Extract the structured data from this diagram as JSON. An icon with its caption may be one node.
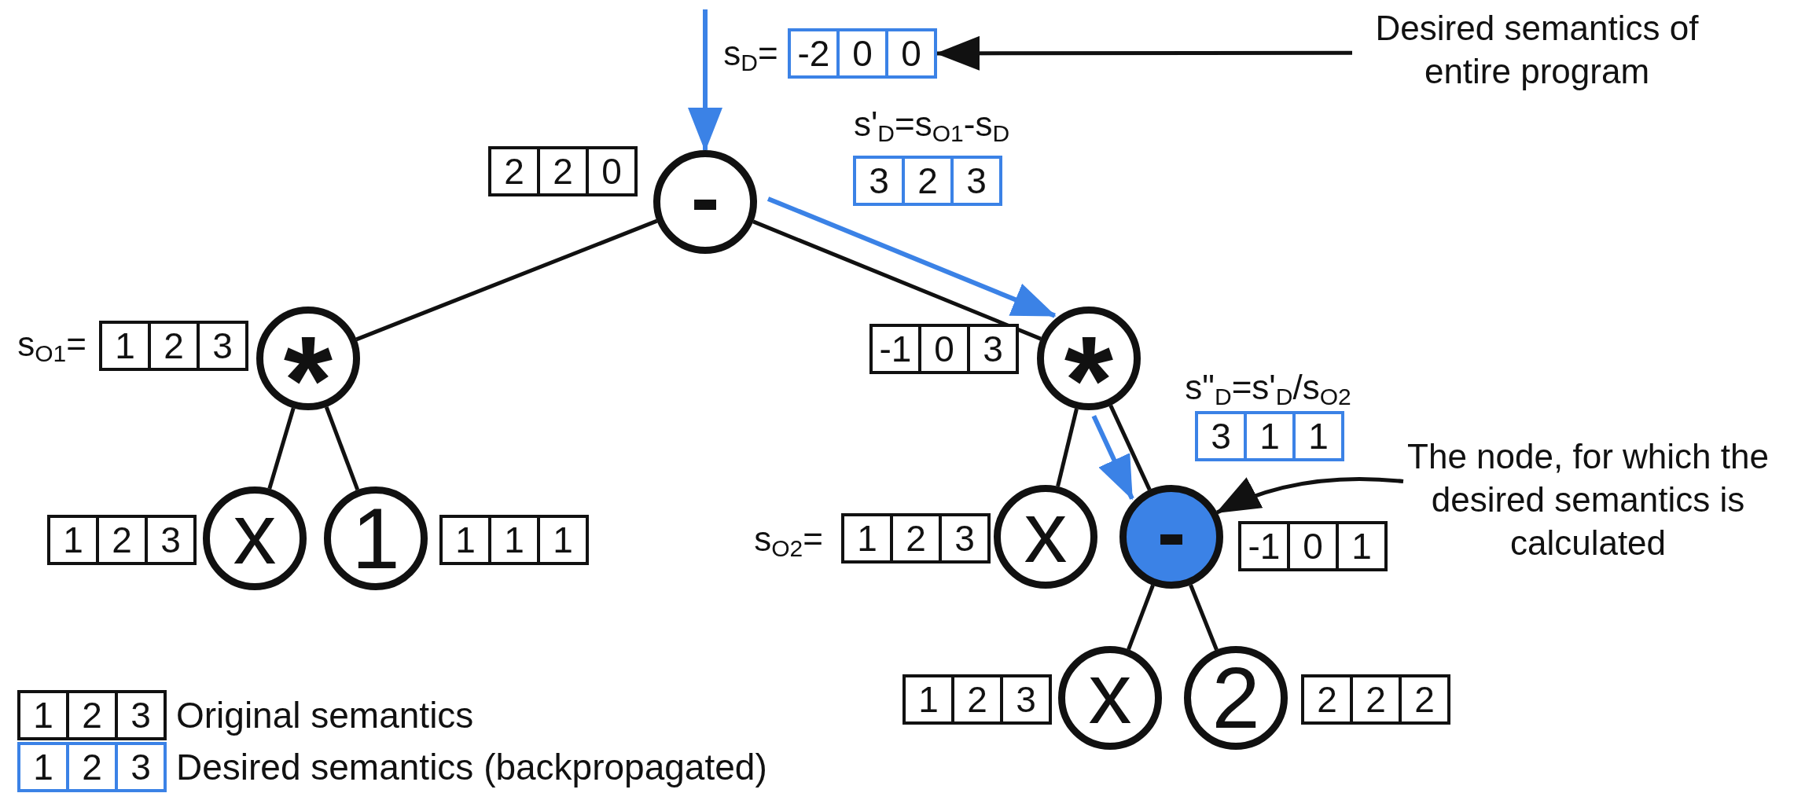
{
  "diagram": {
    "nodes": [
      {
        "text": [
          "-"
        ]
      },
      {
        "text": [
          "*"
        ]
      },
      {
        "text": [
          "x"
        ]
      },
      {
        "text": [
          "1"
        ]
      },
      {
        "text": [
          "*"
        ]
      },
      {
        "text": [
          "x"
        ]
      },
      {
        "text": [
          "-"
        ]
      },
      {
        "text": [
          "x"
        ]
      },
      {
        "text": [
          "2"
        ]
      },
      {
        "text": [
          "-2",
          "0",
          "0"
        ],
        "beside": [
          "s$_{D}$="
        ]
      },
      {
        "text": [
          "2",
          "2",
          "0"
        ]
      },
      {
        "text": [
          "3",
          "2",
          "3"
        ],
        "beside": [
          "s'$_{D}$=s$_{O1}$-s$_{D}$"
        ]
      },
      {
        "text": [
          "1",
          "2",
          "3"
        ],
        "beside": [
          "s$_{O1}$="
        ]
      },
      {
        "text": [
          "1",
          "2",
          "3"
        ]
      },
      {
        "text": [
          "1",
          "1",
          "1"
        ]
      },
      {
        "text": [
          "-1",
          "0",
          "3"
        ]
      },
      {
        "text": [
          "3",
          "1",
          "1"
        ],
        "beside": [
          "s\"$_{D}$=s'$_{D}$/s$_{O2}$"
        ]
      },
      {
        "text": [
          "1",
          "2",
          "3"
        ],
        "beside": [
          "s$_{O2}$="
        ]
      },
      {
        "text": [
          "-1",
          "0",
          "1"
        ]
      },
      {
        "text": [
          "1",
          "2",
          "3"
        ]
      },
      {
        "text": [
          "2",
          "2",
          "2"
        ]
      },
      {
        "text": [
          "Desired semantics of entire program"
        ]
      },
      {
        "text": [
          "The node, for which the desired semantics is calculated"
        ]
      }
    ],
    "edges": [
      {
        "from": null,
        "to": 0,
        "arrow": "to",
        "color": "#3b82e6"
      },
      {
        "from": 21,
        "to": 9,
        "arrow": "to"
      },
      {
        "from": 0,
        "to": 1,
        "arrow": "none"
      },
      {
        "from": 0,
        "to": 4,
        "arrow": "none"
      },
      {
        "from": 0,
        "to": 4,
        "arrow": "to",
        "color": "#3b82e6"
      },
      {
        "from": 1,
        "to": 2,
        "arrow": "none"
      },
      {
        "from": 1,
        "to": 3,
        "arrow": "none"
      },
      {
        "from": 4,
        "to": 5,
        "arrow": "none"
      },
      {
        "from": 4,
        "to": 6,
        "arrow": "none"
      },
      {
        "from": 4,
        "to": 6,
        "arrow": "to",
        "color": "#3b82e6"
      },
      {
        "from": 6,
        "to": 7,
        "arrow": "none"
      },
      {
        "from": 6,
        "to": 8,
        "arrow": "none"
      },
      {
        "from": 22,
        "to": 6,
        "arrow": "to"
      }
    ],
    "labels": [
      "1",
      "2",
      "3",
      "1",
      "2",
      "3"
    ],
    "legend": [
      {
        "text": "Original semantics"
      },
      {
        "text": "Desired semantics (backpropagated)"
      }
    ]
  }
}
